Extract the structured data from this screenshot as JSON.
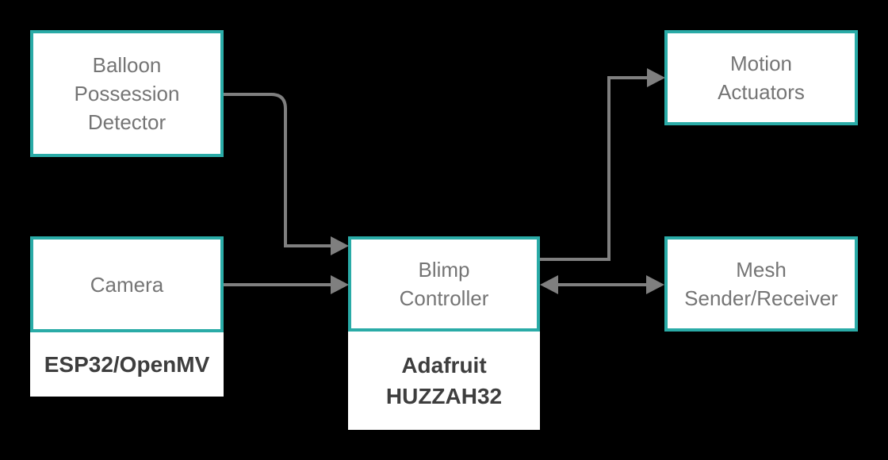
{
  "colors": {
    "bg": "#000000",
    "node_fill": "#ffffff",
    "node_border": "#2aaba7",
    "arrow": "#7f7f7f",
    "node_text": "#757575",
    "caption_text": "#3e3e3e"
  },
  "nodes": {
    "balloon": {
      "label": "Balloon\nPossession\nDetector"
    },
    "camera": {
      "label": "Camera",
      "caption": "ESP32/OpenMV"
    },
    "blimp": {
      "label": "Blimp\nController",
      "caption": "Adafruit\nHUZZAH32"
    },
    "motion": {
      "label": "Motion\nActuators"
    },
    "mesh": {
      "label": "Mesh\nSender/Receiver"
    }
  },
  "connections": [
    {
      "from": "Balloon Possession Detector",
      "to": "Blimp Controller",
      "direction": "one-way"
    },
    {
      "from": "Camera",
      "to": "Blimp Controller",
      "direction": "one-way"
    },
    {
      "from": "Blimp Controller",
      "to": "Motion Actuators",
      "direction": "one-way"
    },
    {
      "from": "Blimp Controller",
      "to": "Mesh Sender/Receiver",
      "direction": "two-way"
    }
  ]
}
